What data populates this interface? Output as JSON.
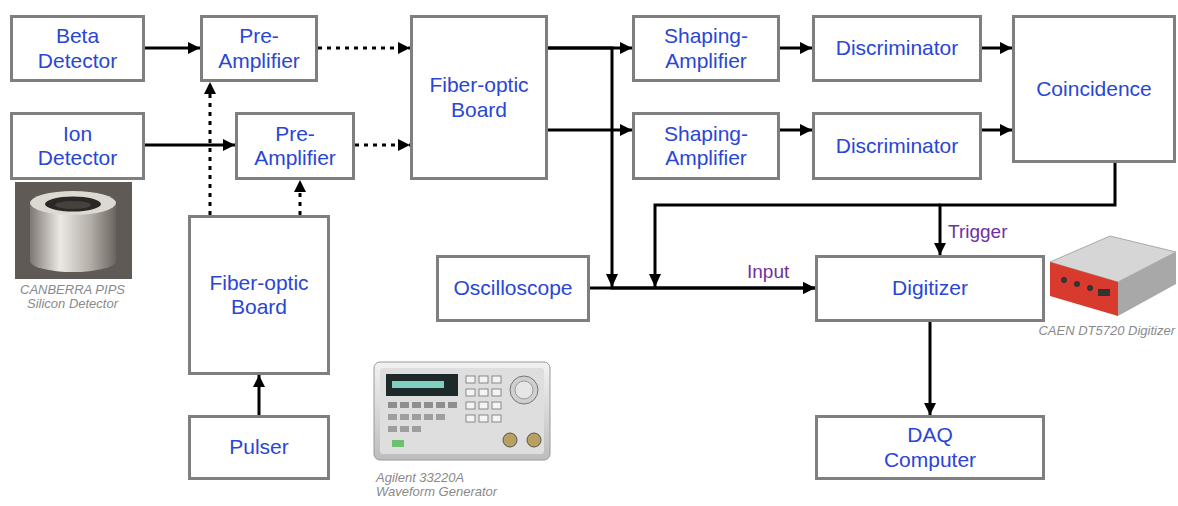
{
  "diagram": {
    "nodes": [
      {
        "text": [
          "Beta Detector"
        ]
      },
      {
        "text": [
          "Pre- Amplifier"
        ]
      },
      {
        "text": [
          "Fiber-optic Board"
        ]
      },
      {
        "text": [
          "Shaping- Amplifier"
        ]
      },
      {
        "text": [
          "Discriminator"
        ]
      },
      {
        "text": [
          "Coincidence"
        ]
      },
      {
        "text": [
          "Ion Detector"
        ]
      },
      {
        "text": [
          "Pre- Amplifier"
        ]
      },
      {
        "text": [
          "Shaping- Amplifier"
        ]
      },
      {
        "text": [
          "Discriminator"
        ]
      },
      {
        "text": [
          "Fiber-optic Board"
        ]
      },
      {
        "text": [
          "Oscilloscope"
        ]
      },
      {
        "text": [
          "Digitizer"
        ]
      },
      {
        "text": [
          "Pulser"
        ]
      },
      {
        "text": [
          "DAQ Computer"
        ]
      }
    ],
    "edges": [
      {
        "from": 0,
        "to": 1,
        "arrow": "to"
      },
      {
        "from": 6,
        "to": 7,
        "arrow": "to"
      },
      {
        "from": 1,
        "to": 2,
        "arrow": "to"
      },
      {
        "from": 7,
        "to": 2,
        "arrow": "to"
      },
      {
        "from": 13,
        "to": 10,
        "arrow": "to"
      },
      {
        "from": 10,
        "to": 1,
        "arrow": "to"
      },
      {
        "from": 10,
        "to": 7,
        "arrow": "to"
      },
      {
        "from": 2,
        "to": 3,
        "arrow": "to"
      },
      {
        "from": 2,
        "to": 8,
        "arrow": "to"
      },
      {
        "from": 3,
        "to": 4,
        "arrow": "to"
      },
      {
        "from": 4,
        "to": 5,
        "arrow": "to"
      },
      {
        "from": 8,
        "to": 9,
        "arrow": "to"
      },
      {
        "from": 9,
        "to": 5,
        "arrow": "to"
      },
      {
        "from": 2,
        "to": 12,
        "arrow": "to"
      },
      {
        "from": 11,
        "to": 12,
        "label": "Input",
        "arrow": "to"
      },
      {
        "from": 5,
        "to": 12,
        "label": "Trigger",
        "arrow": "to"
      },
      {
        "from": 12,
        "to": 14,
        "arrow": "to"
      }
    ],
    "labels": [
      "CANBERRA PIPS Silicon Detector",
      "Agilent 33220A Waveform Generator",
      "CAEN DT5720 Digitizer"
    ]
  }
}
